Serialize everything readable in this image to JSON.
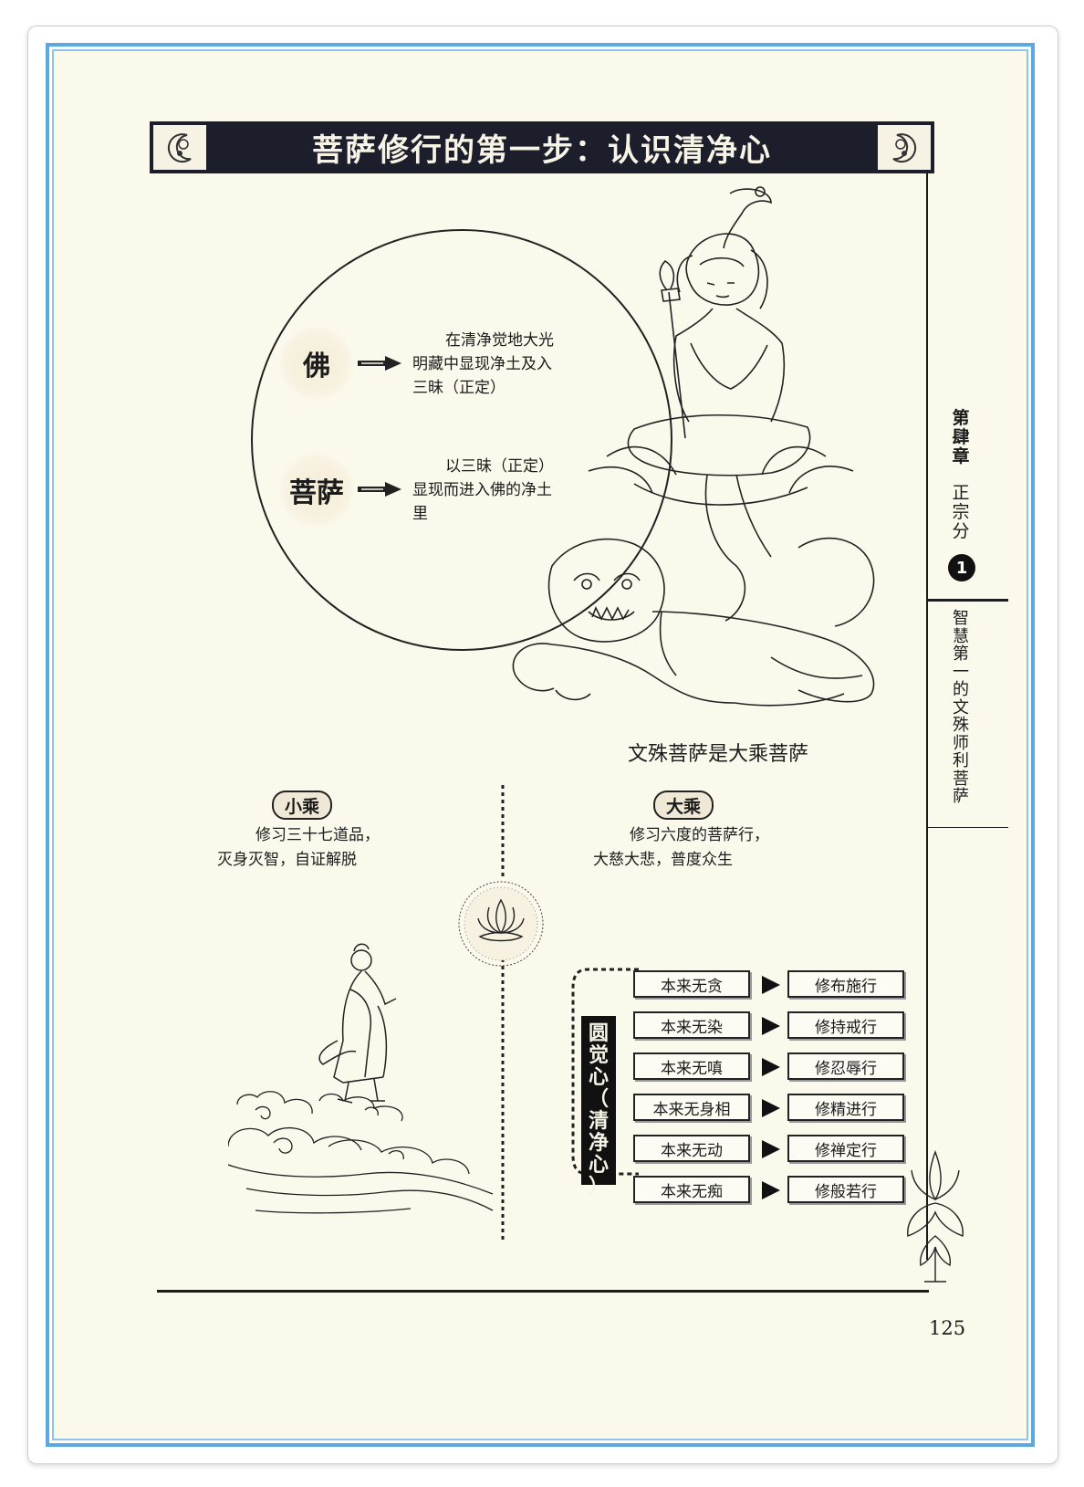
{
  "header": {
    "title": "菩萨修行的第一步：认识清净心"
  },
  "upper": {
    "rows": [
      {
        "label": "佛",
        "text": [
          "在清净觉地大光",
          "明藏中显现净土及入",
          "三昧（正定）"
        ]
      },
      {
        "label": "菩萨",
        "text": [
          "以三昧（正定）",
          "显现而进入佛的净土",
          "里"
        ]
      }
    ],
    "caption": "文殊菩萨是大乘菩萨"
  },
  "compare": {
    "left": {
      "label": "小乘",
      "lines": [
        "修习三十七道品，",
        "灭身灭智，自证解脱"
      ]
    },
    "right": {
      "label": "大乘",
      "lines": [
        "修习六度的菩萨行，",
        "大慈大悲，普度众生"
      ]
    }
  },
  "heart": {
    "label_chars": [
      "圆",
      "觉",
      "心",
      "（",
      "清",
      "净",
      "心",
      "）"
    ],
    "rows": [
      {
        "origin": "本来无贪",
        "practice": "修布施行"
      },
      {
        "origin": "本来无染",
        "practice": "修持戒行"
      },
      {
        "origin": "本来无嗔",
        "practice": "修忍辱行"
      },
      {
        "origin": "本来无身相",
        "practice": "修精进行"
      },
      {
        "origin": "本来无动",
        "practice": "修禅定行"
      },
      {
        "origin": "本来无痴",
        "practice": "修般若行"
      }
    ]
  },
  "sidebar": {
    "chapter": [
      "第",
      "肆",
      "章"
    ],
    "section": [
      "正",
      "宗",
      "分"
    ],
    "number": "1",
    "subtitle": [
      "智",
      "慧",
      "第",
      "一",
      "的",
      "文",
      "殊",
      "师",
      "利",
      "菩",
      "萨"
    ]
  },
  "footer": {
    "page_number": "125"
  }
}
